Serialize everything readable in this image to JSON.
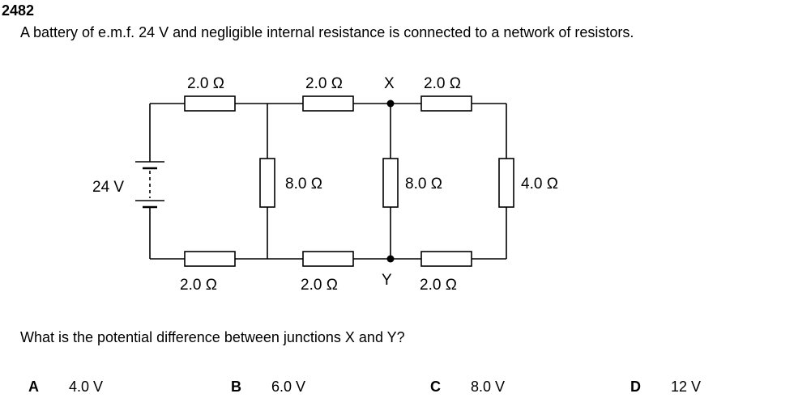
{
  "question": {
    "number": "2482",
    "intro": "A battery of e.m.f. 24 V and negligible internal resistance is connected to a network of resistors.",
    "prompt": "What is the potential difference between junctions X and Y?"
  },
  "circuit": {
    "battery_label": "24 V",
    "top_resistors": [
      "2.0 Ω",
      "2.0 Ω",
      "2.0 Ω"
    ],
    "bottom_resistors": [
      "2.0 Ω",
      "2.0 Ω",
      "2.0 Ω"
    ],
    "vertical_resistors": [
      "8.0 Ω",
      "8.0 Ω",
      "4.0 Ω"
    ],
    "junctions": [
      "X",
      "Y"
    ]
  },
  "answers": [
    {
      "letter": "A",
      "text": "4.0 V"
    },
    {
      "letter": "B",
      "text": "6.0 V"
    },
    {
      "letter": "C",
      "text": "8.0 V"
    },
    {
      "letter": "D",
      "text": "12 V"
    }
  ],
  "colors": {
    "ink": "#000000",
    "background": "#ffffff"
  }
}
